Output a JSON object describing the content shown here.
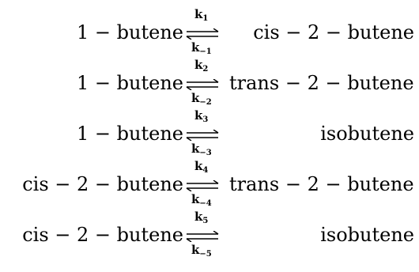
{
  "equations": [
    {
      "lhs": "1 − butene",
      "rhs": "cis − 2 − butene",
      "kf": "k",
      "kf_sub": "1",
      "kb": "k",
      "kb_sub": "−1"
    },
    {
      "lhs": "1 − butene",
      "rhs": "trans − 2 − butene",
      "kf": "k",
      "kf_sub": "2",
      "kb": "k",
      "kb_sub": "−2"
    },
    {
      "lhs": "1 − butene",
      "rhs": "isobutene",
      "kf": "k",
      "kf_sub": "3",
      "kb": "k",
      "kb_sub": "−3"
    },
    {
      "lhs": "cis − 2 − butene",
      "rhs": "trans − 2 − butene",
      "kf": "k",
      "kf_sub": "4",
      "kb": "k",
      "kb_sub": "−4"
    },
    {
      "lhs": "cis − 2 − butene",
      "rhs": "isobutene",
      "kf": "k",
      "kf_sub": "5",
      "kb": "k",
      "kb_sub": "−5"
    }
  ]
}
